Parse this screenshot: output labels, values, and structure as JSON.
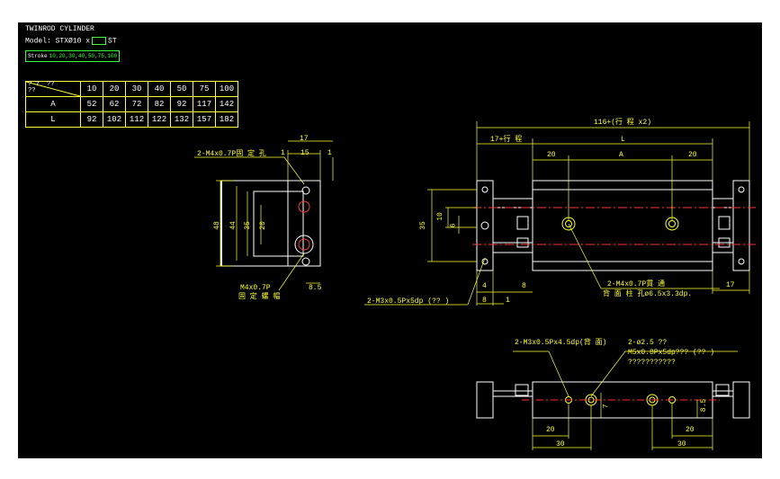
{
  "header": {
    "title": "TWINROD CYLINDER",
    "model_prefix": "Model: STXØ10 x",
    "model_suffix": "ST",
    "stroke_label": "Stroke",
    "stroke_values": "10,20,30,40,50,75,100"
  },
  "stroke_table": {
    "header_cell": "? ?  ??\n??",
    "columns": [
      "10",
      "20",
      "30",
      "40",
      "50",
      "75",
      "100"
    ],
    "rows": [
      {
        "label": "A",
        "values": [
          "52",
          "62",
          "72",
          "82",
          "92",
          "117",
          "142"
        ]
      },
      {
        "label": "L",
        "values": [
          "92",
          "102",
          "112",
          "122",
          "132",
          "157",
          "182"
        ]
      }
    ]
  },
  "side_view": {
    "dims": {
      "top_17": "17",
      "top_15": "15",
      "top_1a": "1",
      "top_1b": "1",
      "h48": "48",
      "h44": "44",
      "h35": "35",
      "h20": "20",
      "b85": "8.5"
    },
    "note_top": "2-M4x0.7P固 定 孔",
    "note_bottom_1": "M4x0.7P",
    "note_bottom_2": "固 定 螺 帽"
  },
  "front_view": {
    "dims": {
      "overall": "116+(行 程 x2)",
      "left_stroke": "17+行  程",
      "L": "L",
      "d20a": "20",
      "dA": "A",
      "d20b": "20",
      "v35": "35",
      "v10": "10",
      "v6": "6",
      "b4": "4",
      "b8a": "8",
      "b8b": "8",
      "b1": "1",
      "b17": "17"
    },
    "note_right_1": "2-M4x0.7P貫  通",
    "note_right_2": "背 面 柱 孔ø6.5x3.3dp.",
    "note_left": "2-M3x0.5Px5dp (?? )"
  },
  "bottom_view": {
    "note_1": "2-M3x0.5Px4.5dp(背 面)",
    "note_2": "2-ø2.5 ??",
    "note_3": "M5x0.8Px5dp???  (?? )",
    "note_4": "???????????",
    "dims": {
      "d20a": "20",
      "d30a": "30",
      "d7": "7",
      "d20b": "20",
      "d30b": "30",
      "d85": "8.5"
    }
  }
}
